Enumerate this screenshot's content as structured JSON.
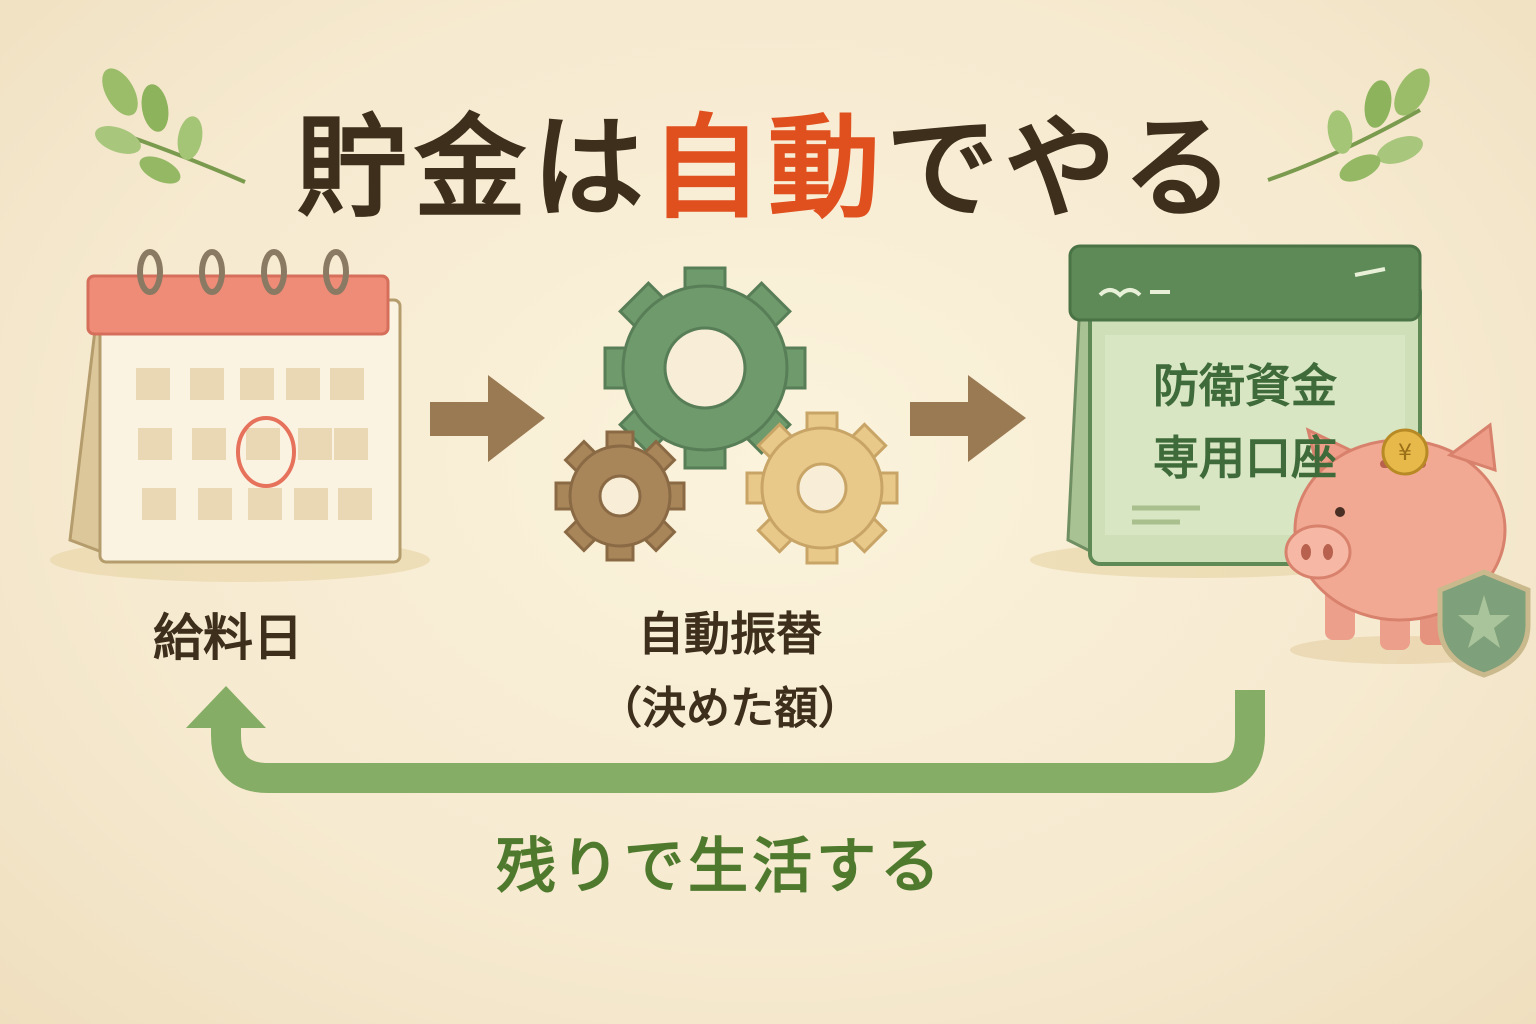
{
  "title": {
    "prefix": "貯金は",
    "accent": "自動",
    "suffix": "でやる"
  },
  "steps": {
    "payday": "給料日",
    "transfer": "自動振替",
    "transfer_note": "（決めた額）",
    "account_line1": "防衛資金",
    "account_line2": "専用口座"
  },
  "loop_label": "残りで生活する",
  "colors": {
    "title_text": "#3d2f1c",
    "title_accent": "#e0501f",
    "loop_green": "#4f7a2e",
    "arrow_brown": "#9a7a52"
  },
  "icons": [
    "calendar-icon",
    "gear-icon",
    "bank-book-icon",
    "piggy-bank-icon",
    "shield-icon",
    "coin-icon",
    "leaf-icon"
  ]
}
